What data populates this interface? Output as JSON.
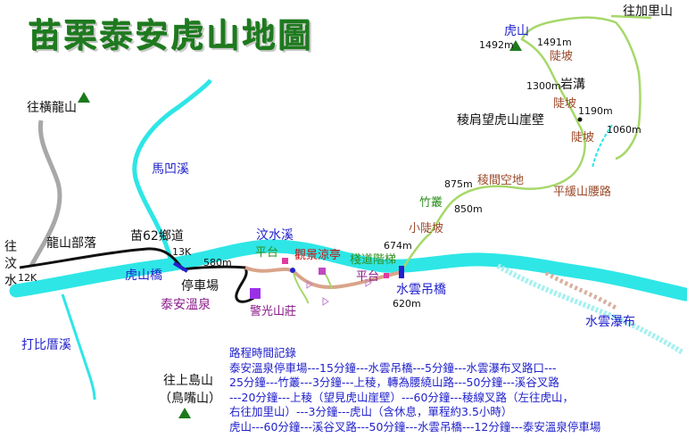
{
  "map": {
    "title": "苗栗泰安虎山地圖",
    "peaks": {
      "hushan": "虎山",
      "hushan_elev": "1492m",
      "henglong": "往橫龍山",
      "shangdao": "往上島山",
      "niaozui": "（鳥嘴山）"
    },
    "places": {
      "to_jialishan": "往加里山",
      "to_wenshui_1": "往",
      "to_wenshui_2": "汶",
      "to_wenshui_3": "水",
      "km12_left": "12K",
      "longshan": "龍山部落",
      "road62": "苗62鄉道",
      "km13": "13K",
      "hushan_bridge": "虎山橋",
      "parking": "停車場",
      "taian_spring": "泰安溫泉",
      "police_lodge": "警光山莊",
      "viewing_pavilion": "觀景涼亭",
      "platform1": "平台",
      "platform2": "平台",
      "trail_stairs": "棧道階梯",
      "shuiyun_bridge": "水雲吊橋",
      "shuiyun_falls": "水雲瀑布",
      "small_slope": "小陡坡",
      "bamboo": "竹叢",
      "ridge_clearing": "稜間空地",
      "gentle_trail": "平緩山腰路",
      "ridge_cliff": "稜肩望虎山崖壁",
      "rock_ditch": "岩溝"
    },
    "streams": {
      "mawa": "馬凹溪",
      "wenshui": "汶水溪",
      "dabicuo": "打比厝溪"
    },
    "slopes": {
      "s1": "陡坡",
      "s2": "陡坡",
      "s3": "陡坡"
    },
    "elevations": {
      "e580": "580m",
      "e620": "620m",
      "e674": "674m",
      "e850": "850m",
      "e875": "875m",
      "e1060": "1060m",
      "e1190": "1190m",
      "e1300": "1300m",
      "e1491": "1491m"
    },
    "route_log": [
      "路程時間記錄",
      "泰安溫泉停車場---15分鐘---水雲吊橋---5分鐘---水雲瀑布叉路口---",
      "25分鐘---竹叢---3分鐘---上稜，轉為腰繞山路---50分鐘---溪谷叉路",
      "---20分鐘---上稜（望見虎山崖壁）---60分鐘---稜線叉路（左往虎山，",
      "右往加里山）---3分鐘---虎山（含休息，單程約3.5小時）",
      "虎山---60分鐘---溪谷叉路---50分鐘---水雲吊橋---12分鐘---泰安溫泉停車場"
    ],
    "colors": {
      "river": "#2ee6e6",
      "road_main": "#111111",
      "road_gray": "#a8a8a8",
      "trail": "#a6d86a",
      "path_tan": "#d9a48a",
      "peak": "#1a7a1a",
      "title": "#1e7a1e"
    }
  }
}
